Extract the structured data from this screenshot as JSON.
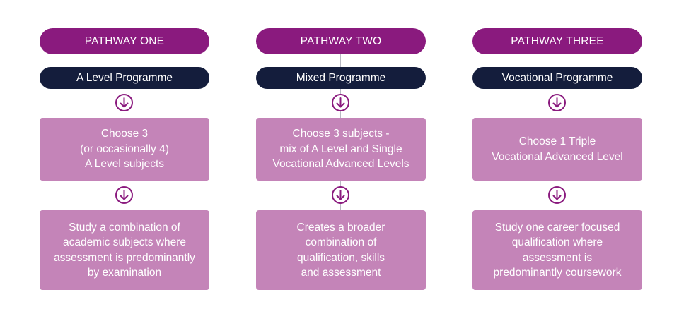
{
  "colors": {
    "pathway_pill": "#8a1a7e",
    "programme_pill": "#141d3c",
    "box": "#c484b8",
    "connector": "#b9b9c3",
    "arrow": "#8a1a7e"
  },
  "pathways": [
    {
      "title": "PATHWAY ONE",
      "programme": "A Level Programme",
      "arrow_icon": "down-arrow-icon",
      "choose": "Choose 3\n(or occasionally 4)\nA Level subjects",
      "description": "Study a combination of\nacademic subjects where\nassessment is predominantly\nby examination"
    },
    {
      "title": "PATHWAY TWO",
      "programme": "Mixed Programme",
      "arrow_icon": "down-arrow-icon",
      "choose": "Choose 3 subjects -\nmix of A Level and Single\nVocational Advanced Levels",
      "description": "Creates a broader\ncombination of\nqualification, skills\nand assessment"
    },
    {
      "title": "PATHWAY THREE",
      "programme": "Vocational Programme",
      "arrow_icon": "down-arrow-icon",
      "choose": "Choose 1 Triple\nVocational Advanced Level",
      "description": "Study one career focused\nqualification where\nassessment is\npredominantly coursework"
    }
  ]
}
